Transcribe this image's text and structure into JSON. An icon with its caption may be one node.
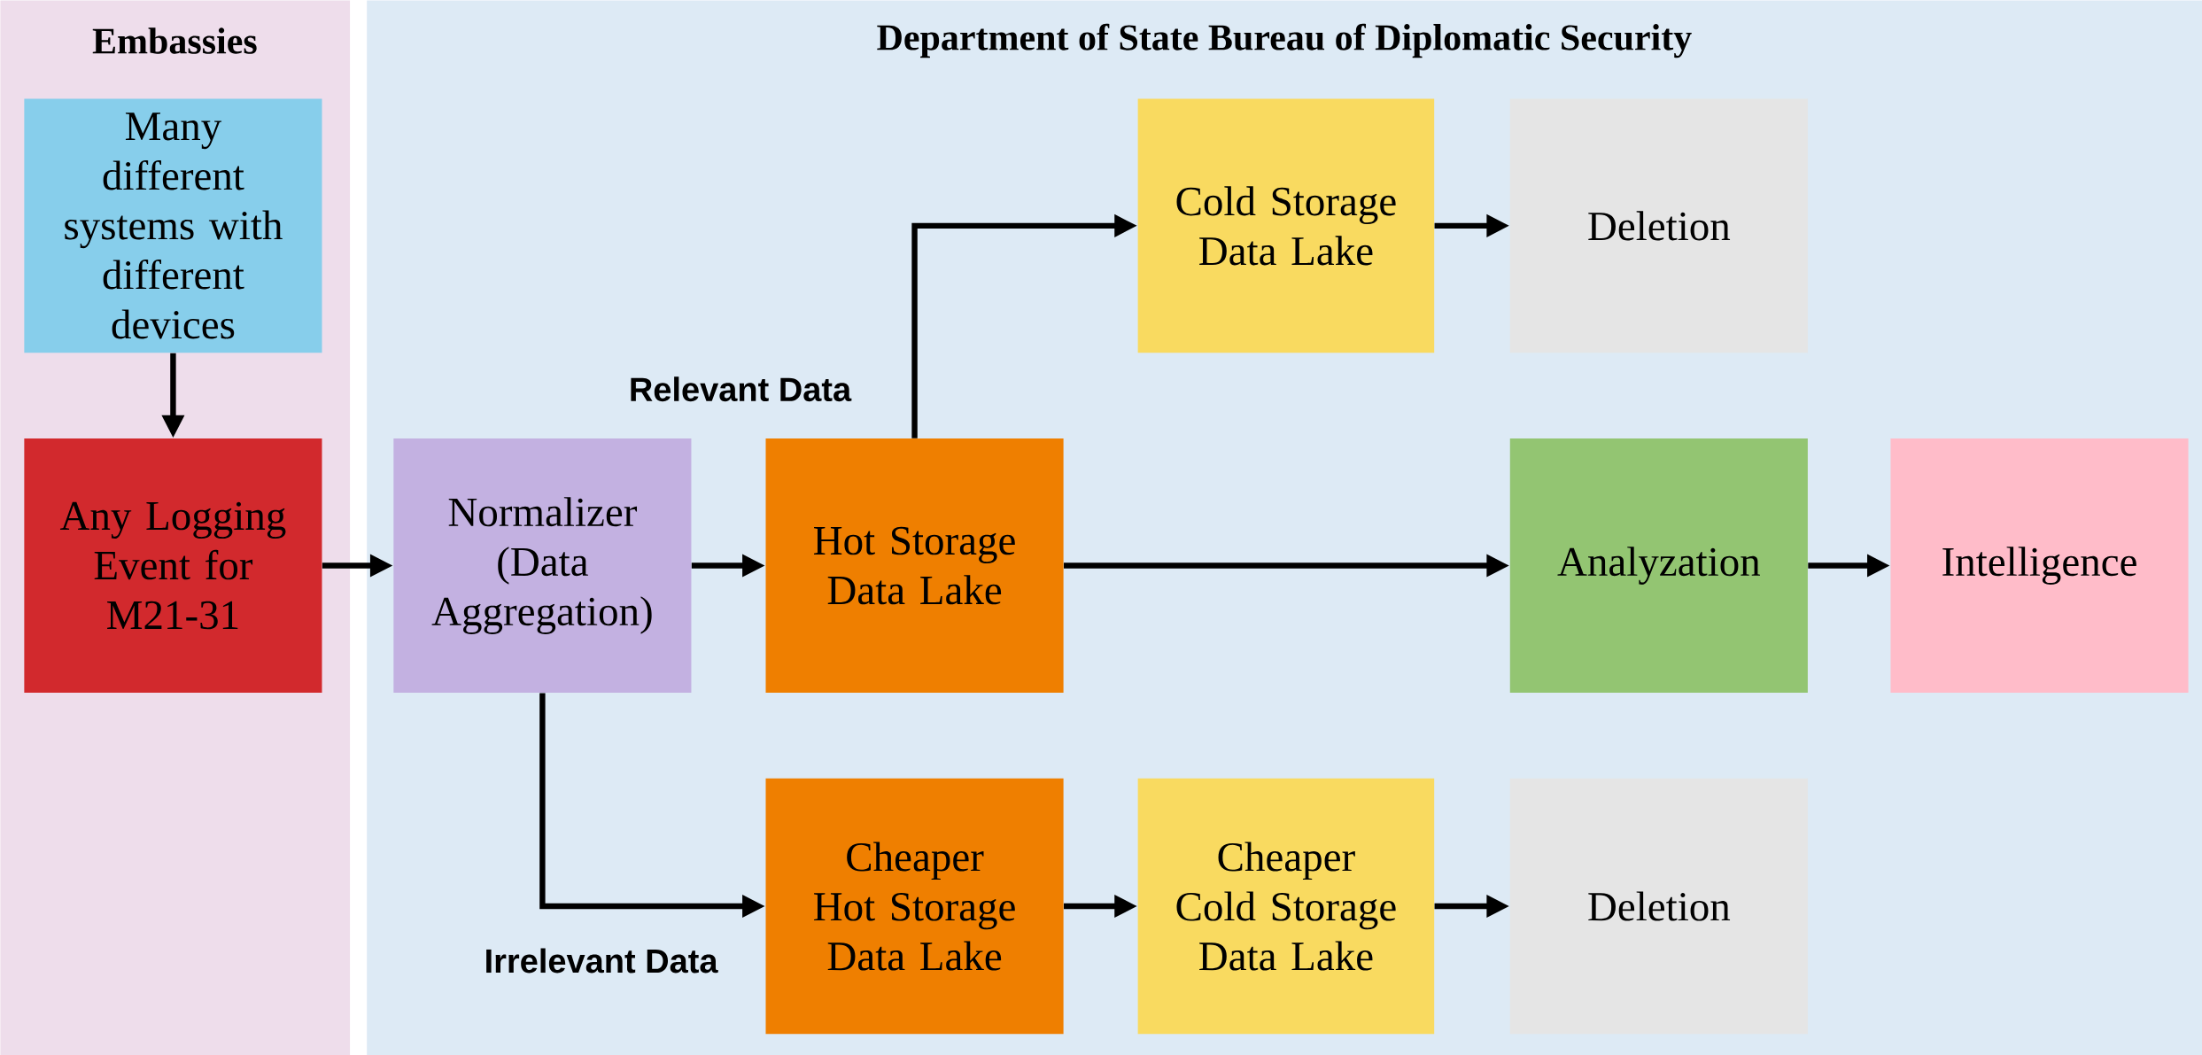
{
  "diagram": {
    "nodes": [
      {
        "text": [
          "Embassies"
        ]
      },
      {
        "text": [
          "Many different systems with different devices"
        ],
        "in": 0
      },
      {
        "text": [
          "Any Logging Event for M21-31"
        ],
        "in": 0
      },
      {
        "text": [
          "Department of State Bureau of Diplomatic Security"
        ]
      },
      {
        "text": [
          "Normalizer (Data Aggregation)"
        ],
        "in": 3
      },
      {
        "text": [
          "Hot Storage Data Lake"
        ],
        "in": 3
      },
      {
        "text": [
          "Cold Storage Data Lake"
        ],
        "in": 3
      },
      {
        "text": [
          "Deletion"
        ],
        "in": 3
      },
      {
        "text": [
          "Analyzation"
        ],
        "in": 3
      },
      {
        "text": [
          "Intelligence"
        ],
        "in": 3
      },
      {
        "text": [
          "Cheaper Hot Storage Data Lake"
        ],
        "in": 3
      },
      {
        "text": [
          "Cheaper Cold Storage Data Lake"
        ],
        "in": 3
      },
      {
        "text": [
          "Deletion"
        ],
        "in": 3
      }
    ],
    "edges": [
      {
        "from": 1,
        "to": 2,
        "arrow": "to"
      },
      {
        "from": 2,
        "to": 4,
        "arrow": "to"
      },
      {
        "from": 4,
        "to": 5,
        "arrow": "to"
      },
      {
        "from": 5,
        "to": 6,
        "arrow": "to",
        "label": "Relevant Data"
      },
      {
        "from": 6,
        "to": 7,
        "arrow": "to"
      },
      {
        "from": 5,
        "to": 8,
        "arrow": "to"
      },
      {
        "from": 8,
        "to": 9,
        "arrow": "to"
      },
      {
        "from": 4,
        "to": 10,
        "arrow": "to",
        "label": "Irrelevant Data"
      },
      {
        "from": 10,
        "to": 11,
        "arrow": "to"
      },
      {
        "from": 11,
        "to": 12,
        "arrow": "to"
      }
    ]
  }
}
